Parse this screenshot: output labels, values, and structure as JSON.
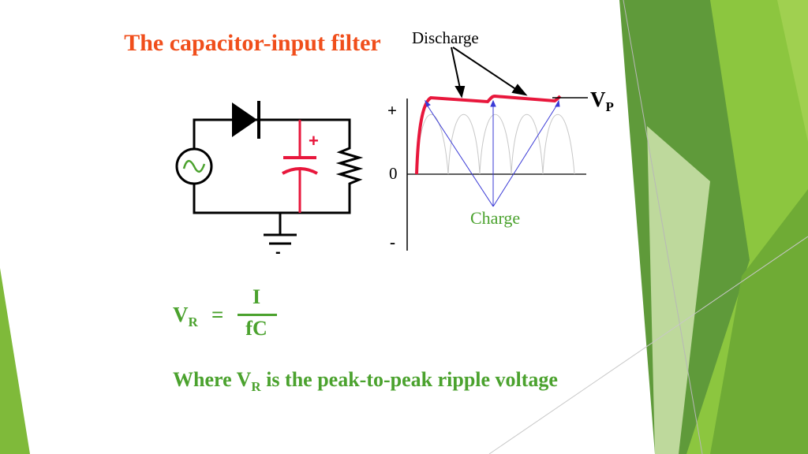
{
  "slide": {
    "title": "The capacitor-input filter",
    "polarity_plus": "+",
    "polarity_minus": "-",
    "ac_source_icon": "sine-wave-icon",
    "colors": {
      "title": "#f04e1b",
      "accent_green": "#4ba22e",
      "waveform_red": "#e8173c",
      "arrow_blue": "#3a3ad6"
    }
  },
  "graph": {
    "discharge_label": "Discharge",
    "vp_label_main": "V",
    "vp_label_sub": "P",
    "axis_plus": "+",
    "axis_zero": "0",
    "axis_minus": "-",
    "charge_label": "Charge"
  },
  "formula": {
    "lhs_main": "V",
    "lhs_sub": "R",
    "equals": "=",
    "numerator": "I",
    "denominator": "fC"
  },
  "caption": {
    "prefix": "Where V",
    "sub": "R",
    "suffix": " is the peak-to-peak ripple voltage"
  }
}
